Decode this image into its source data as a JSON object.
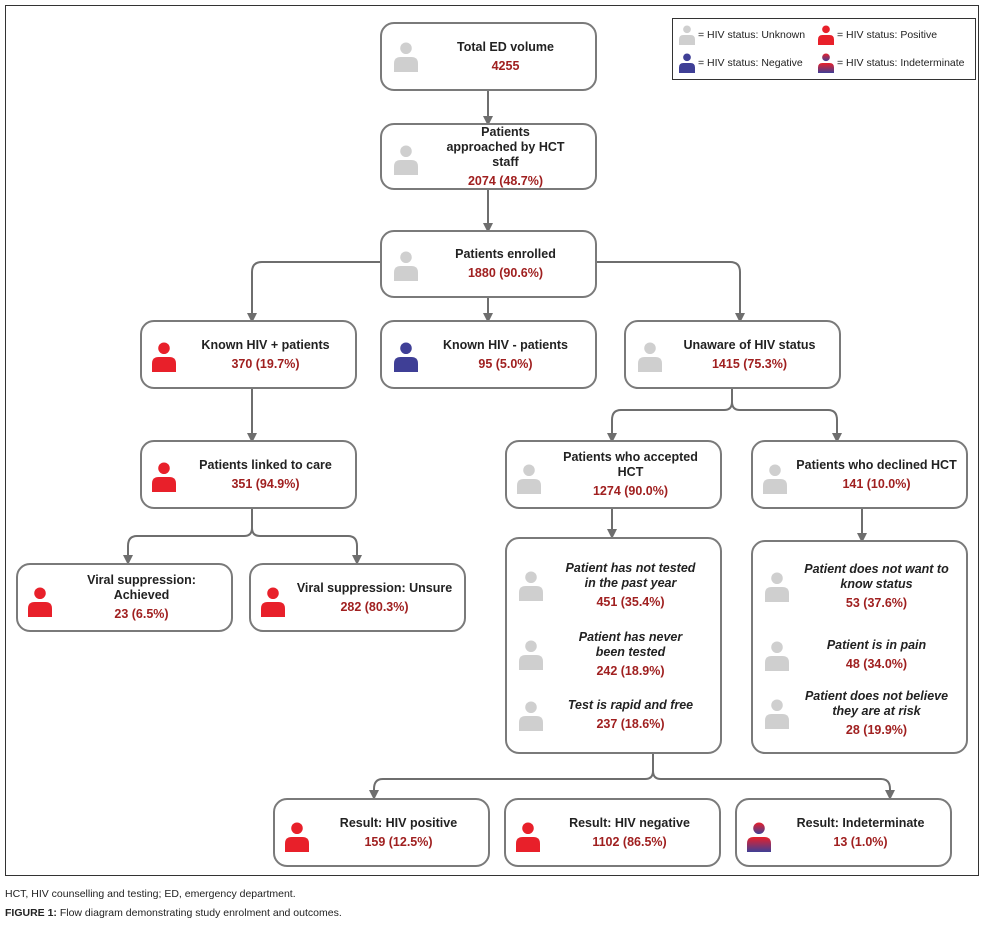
{
  "legend": [
    {
      "label": "= HIV status: Unknown",
      "status": "unknown"
    },
    {
      "label": "= HIV status: Positive",
      "status": "positive"
    },
    {
      "label": "= HIV status: Negative",
      "status": "negative"
    },
    {
      "label": "= HIV status: Indeterminate",
      "status": "indeterminate"
    }
  ],
  "colors": {
    "unknown": "#cfcfcf",
    "positive": "#e8202a",
    "negative": "#3f3f96",
    "indeterminate_top": "#e8202a",
    "indeterminate_bottom": "#3f3f96",
    "value_text": "#a02020",
    "border": "#7a7a7a"
  },
  "nodes": {
    "total": {
      "title": "Total ED volume",
      "value": "4255",
      "status": "unknown"
    },
    "approached": {
      "title": "Patients approached by HCT staff",
      "value": "2074 (48.7%)",
      "status": "unknown"
    },
    "enrolled": {
      "title": "Patients enrolled",
      "value": "1880 (90.6%)",
      "status": "unknown"
    },
    "known_pos": {
      "title": "Known HIV + patients",
      "value": "370 (19.7%)",
      "status": "positive"
    },
    "known_neg": {
      "title": "Known HIV - patients",
      "value": "95 (5.0%)",
      "status": "negative"
    },
    "unaware": {
      "title": "Unaware of HIV status",
      "value": "1415 (75.3%)",
      "status": "unknown"
    },
    "linked": {
      "title": "Patients linked to care",
      "value": "351 (94.9%)",
      "status": "positive"
    },
    "accepted": {
      "title": "Patients who accepted HCT",
      "value": "1274 (90.0%)",
      "status": "unknown"
    },
    "declined": {
      "title": "Patients who declined HCT",
      "value": "141 (10.0%)",
      "status": "unknown"
    },
    "vs_achieved": {
      "title": "Viral suppression: Achieved",
      "value": "23 (6.5%)",
      "status": "positive"
    },
    "vs_unsure": {
      "title": "Viral suppression: Unsure",
      "value": "282 (80.3%)",
      "status": "positive"
    },
    "res_pos": {
      "title": "Result: HIV positive",
      "value": "159 (12.5%)",
      "status": "positive"
    },
    "res_neg": {
      "title": "Result: HIV negative",
      "value": "1102 (86.5%)",
      "status": "positive"
    },
    "res_ind": {
      "title": "Result: Indeterminate",
      "value": "13 (1.0%)",
      "status": "indeterminate"
    }
  },
  "accepted_reasons": [
    {
      "line1": "Patient has not tested",
      "line2": "in the past year",
      "value": "451 (35.4%)"
    },
    {
      "line1": "Patient has never",
      "line2": "been tested",
      "value": "242 (18.9%)"
    },
    {
      "line1": "Test is rapid and free",
      "line2": "",
      "value": "237 (18.6%)"
    }
  ],
  "declined_reasons": [
    {
      "line1": "Patient does not want to",
      "line2": "know status",
      "value": "53 (37.6%)"
    },
    {
      "line1": "Patient is in pain",
      "line2": "",
      "value": "48 (34.0%)"
    },
    {
      "line1": "Patient does not believe",
      "line2": "they are at risk",
      "value": "28 (19.9%)"
    }
  ],
  "footnote": "HCT, HIV counselling and testing; ED, emergency department.",
  "caption": {
    "label": "FIGURE 1:",
    "text": "Flow diagram demonstrating study enrolment and outcomes."
  }
}
